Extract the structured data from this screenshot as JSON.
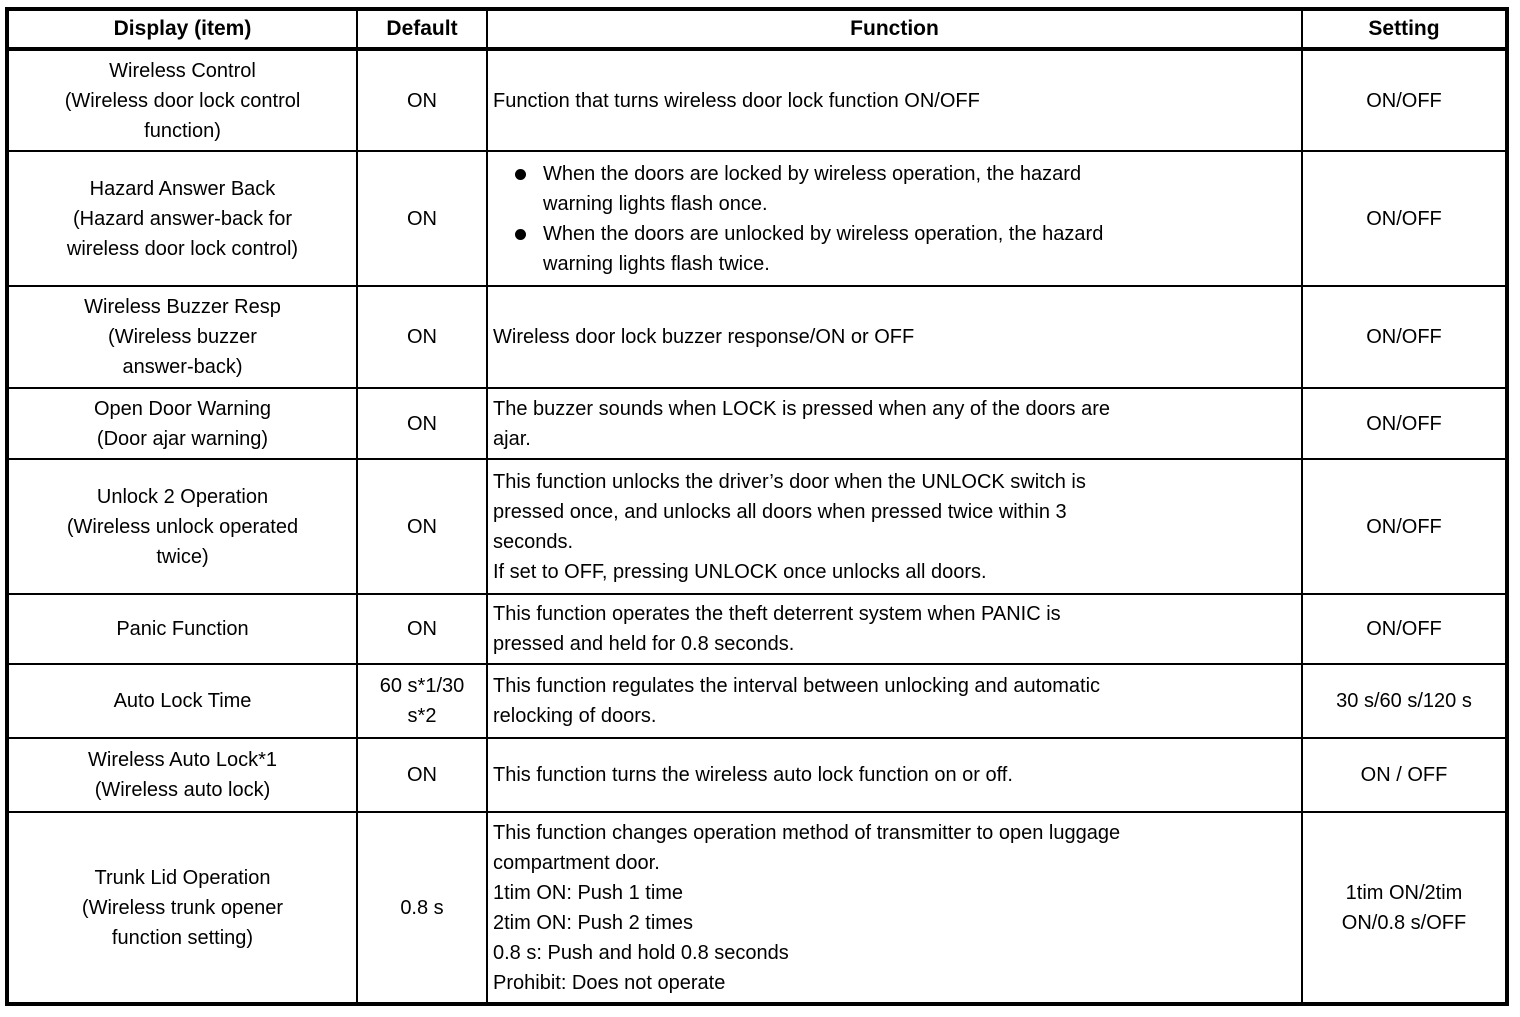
{
  "colors": {
    "ink": "#000000",
    "paper": "#ffffff"
  },
  "table": {
    "headers": [
      "Display (item)",
      "Default",
      "Function",
      "Setting"
    ],
    "rows": [
      {
        "display": "Wireless Control\n(Wireless door lock control\nfunction)",
        "default": "ON",
        "function": "Function that turns wireless door lock function ON/OFF",
        "setting": "ON/OFF"
      },
      {
        "display": "Hazard Answer Back\n(Hazard answer-back for\nwireless door lock control)",
        "default": "ON",
        "function_bullets": [
          "When the doors are locked by wireless operation, the hazard\nwarning lights flash once.",
          "When the doors are unlocked by wireless operation, the hazard\nwarning lights flash twice."
        ],
        "setting": "ON/OFF"
      },
      {
        "display": "Wireless Buzzer Resp\n(Wireless buzzer\nanswer-back)",
        "default": "ON",
        "function": "Wireless door lock buzzer response/ON or OFF",
        "setting": "ON/OFF"
      },
      {
        "display": "Open Door Warning\n(Door ajar warning)",
        "default": "ON",
        "function": "The buzzer sounds when LOCK is pressed when any of the doors are\najar.",
        "setting": "ON/OFF"
      },
      {
        "display": "Unlock 2 Operation\n(Wireless unlock operated\ntwice)",
        "default": "ON",
        "function": "This function unlocks the driver’s door when the UNLOCK switch is\npressed once, and unlocks all doors when pressed twice within 3\nseconds.\nIf set to OFF, pressing UNLOCK once unlocks all doors.",
        "setting": "ON/OFF"
      },
      {
        "display": "Panic Function",
        "default": "ON",
        "function": "This function operates the theft deterrent system when PANIC is\npressed and held for 0.8 seconds.",
        "setting": "ON/OFF"
      },
      {
        "display": "Auto Lock Time",
        "default": "60 s*1/30\ns*2",
        "function": "This function regulates the interval between unlocking and automatic\nrelocking of doors.",
        "setting": "30 s/60 s/120 s"
      },
      {
        "display": "Wireless Auto Lock*1\n(Wireless auto lock)",
        "default": "ON",
        "function": "This function turns the wireless auto lock function on or off.",
        "setting": "ON / OFF"
      },
      {
        "display": "Trunk Lid Operation\n(Wireless trunk opener\nfunction setting)",
        "default": "0.8 s",
        "function": "This function changes operation method of transmitter to open luggage\ncompartment door.\n1tim ON: Push 1 time\n2tim ON: Push 2 times\n0.8 s: Push and hold 0.8 seconds\nProhibit: Does not operate",
        "setting": "1tim ON/2tim\nON/0.8 s/OFF"
      }
    ]
  }
}
